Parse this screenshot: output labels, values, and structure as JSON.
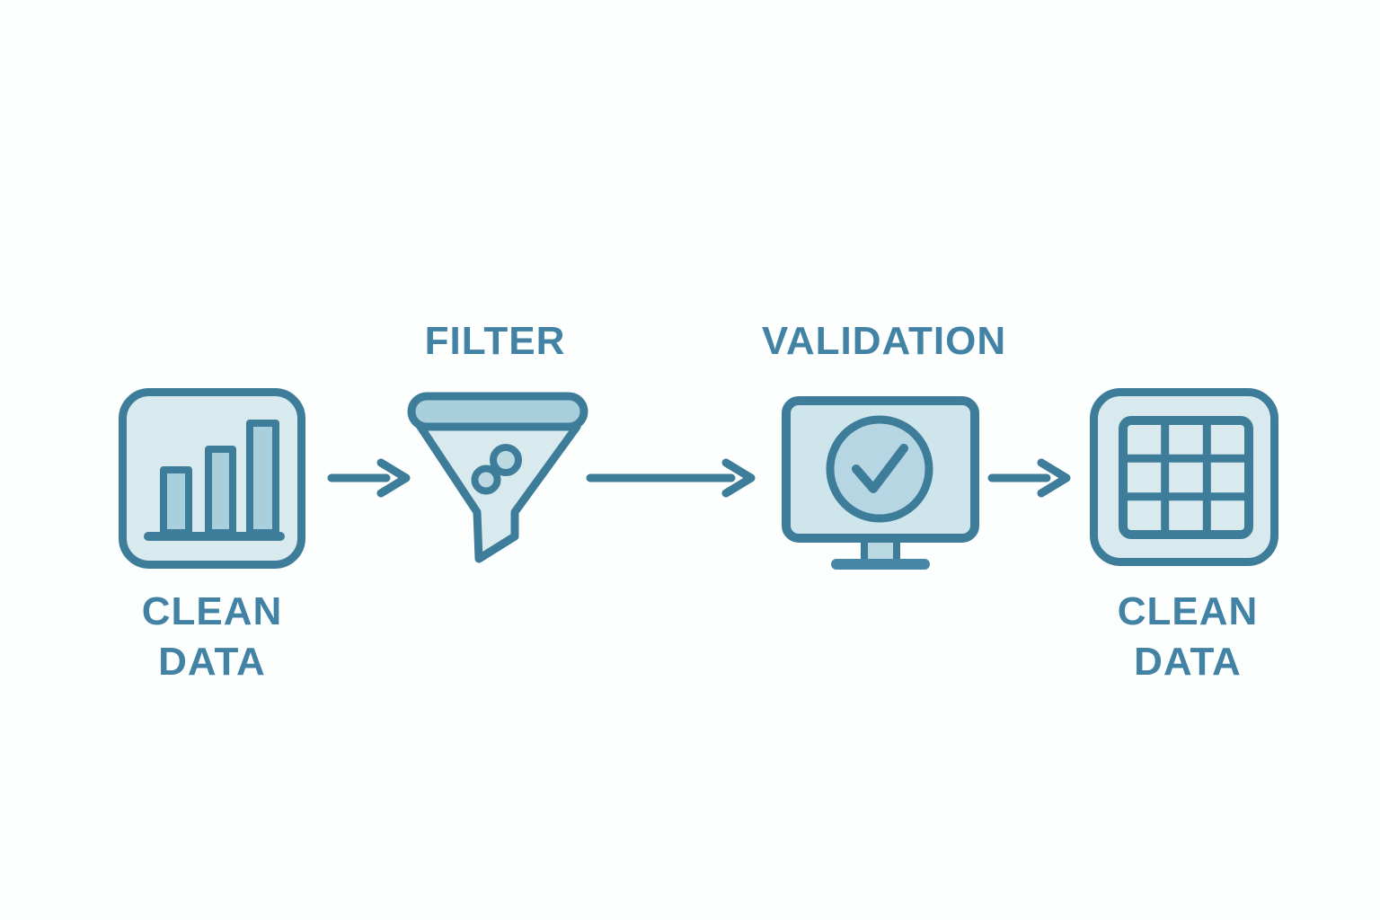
{
  "diagram": {
    "kind": "data-pipeline-flow",
    "direction": "left-to-right",
    "steps": [
      {
        "id": "source",
        "label_line1": "CLEAN",
        "label_line2": "DATA",
        "icon": "bar-chart-icon",
        "label_position": "below"
      },
      {
        "id": "filter",
        "label": "FILTER",
        "icon": "funnel-icon",
        "label_position": "above"
      },
      {
        "id": "validation",
        "label": "VALIDATION",
        "icon": "monitor-check-icon",
        "label_position": "above"
      },
      {
        "id": "output",
        "label_line1": "CLEAN",
        "label_line2": "DATA",
        "icon": "table-grid-icon",
        "label_position": "below"
      }
    ],
    "arrows": [
      {
        "from": "source",
        "to": "filter",
        "direction": "right"
      },
      {
        "from": "filter",
        "to": "validation",
        "direction": "right"
      },
      {
        "from": "validation",
        "to": "output",
        "direction": "right"
      }
    ],
    "colors": {
      "stroke": "#3e7d99",
      "text": "#4182a5",
      "fill_light": "#d8eaee",
      "fill_medium": "#a9cfdc",
      "fill_screen": "#cfe5ec",
      "background": "#fdfefe"
    }
  }
}
